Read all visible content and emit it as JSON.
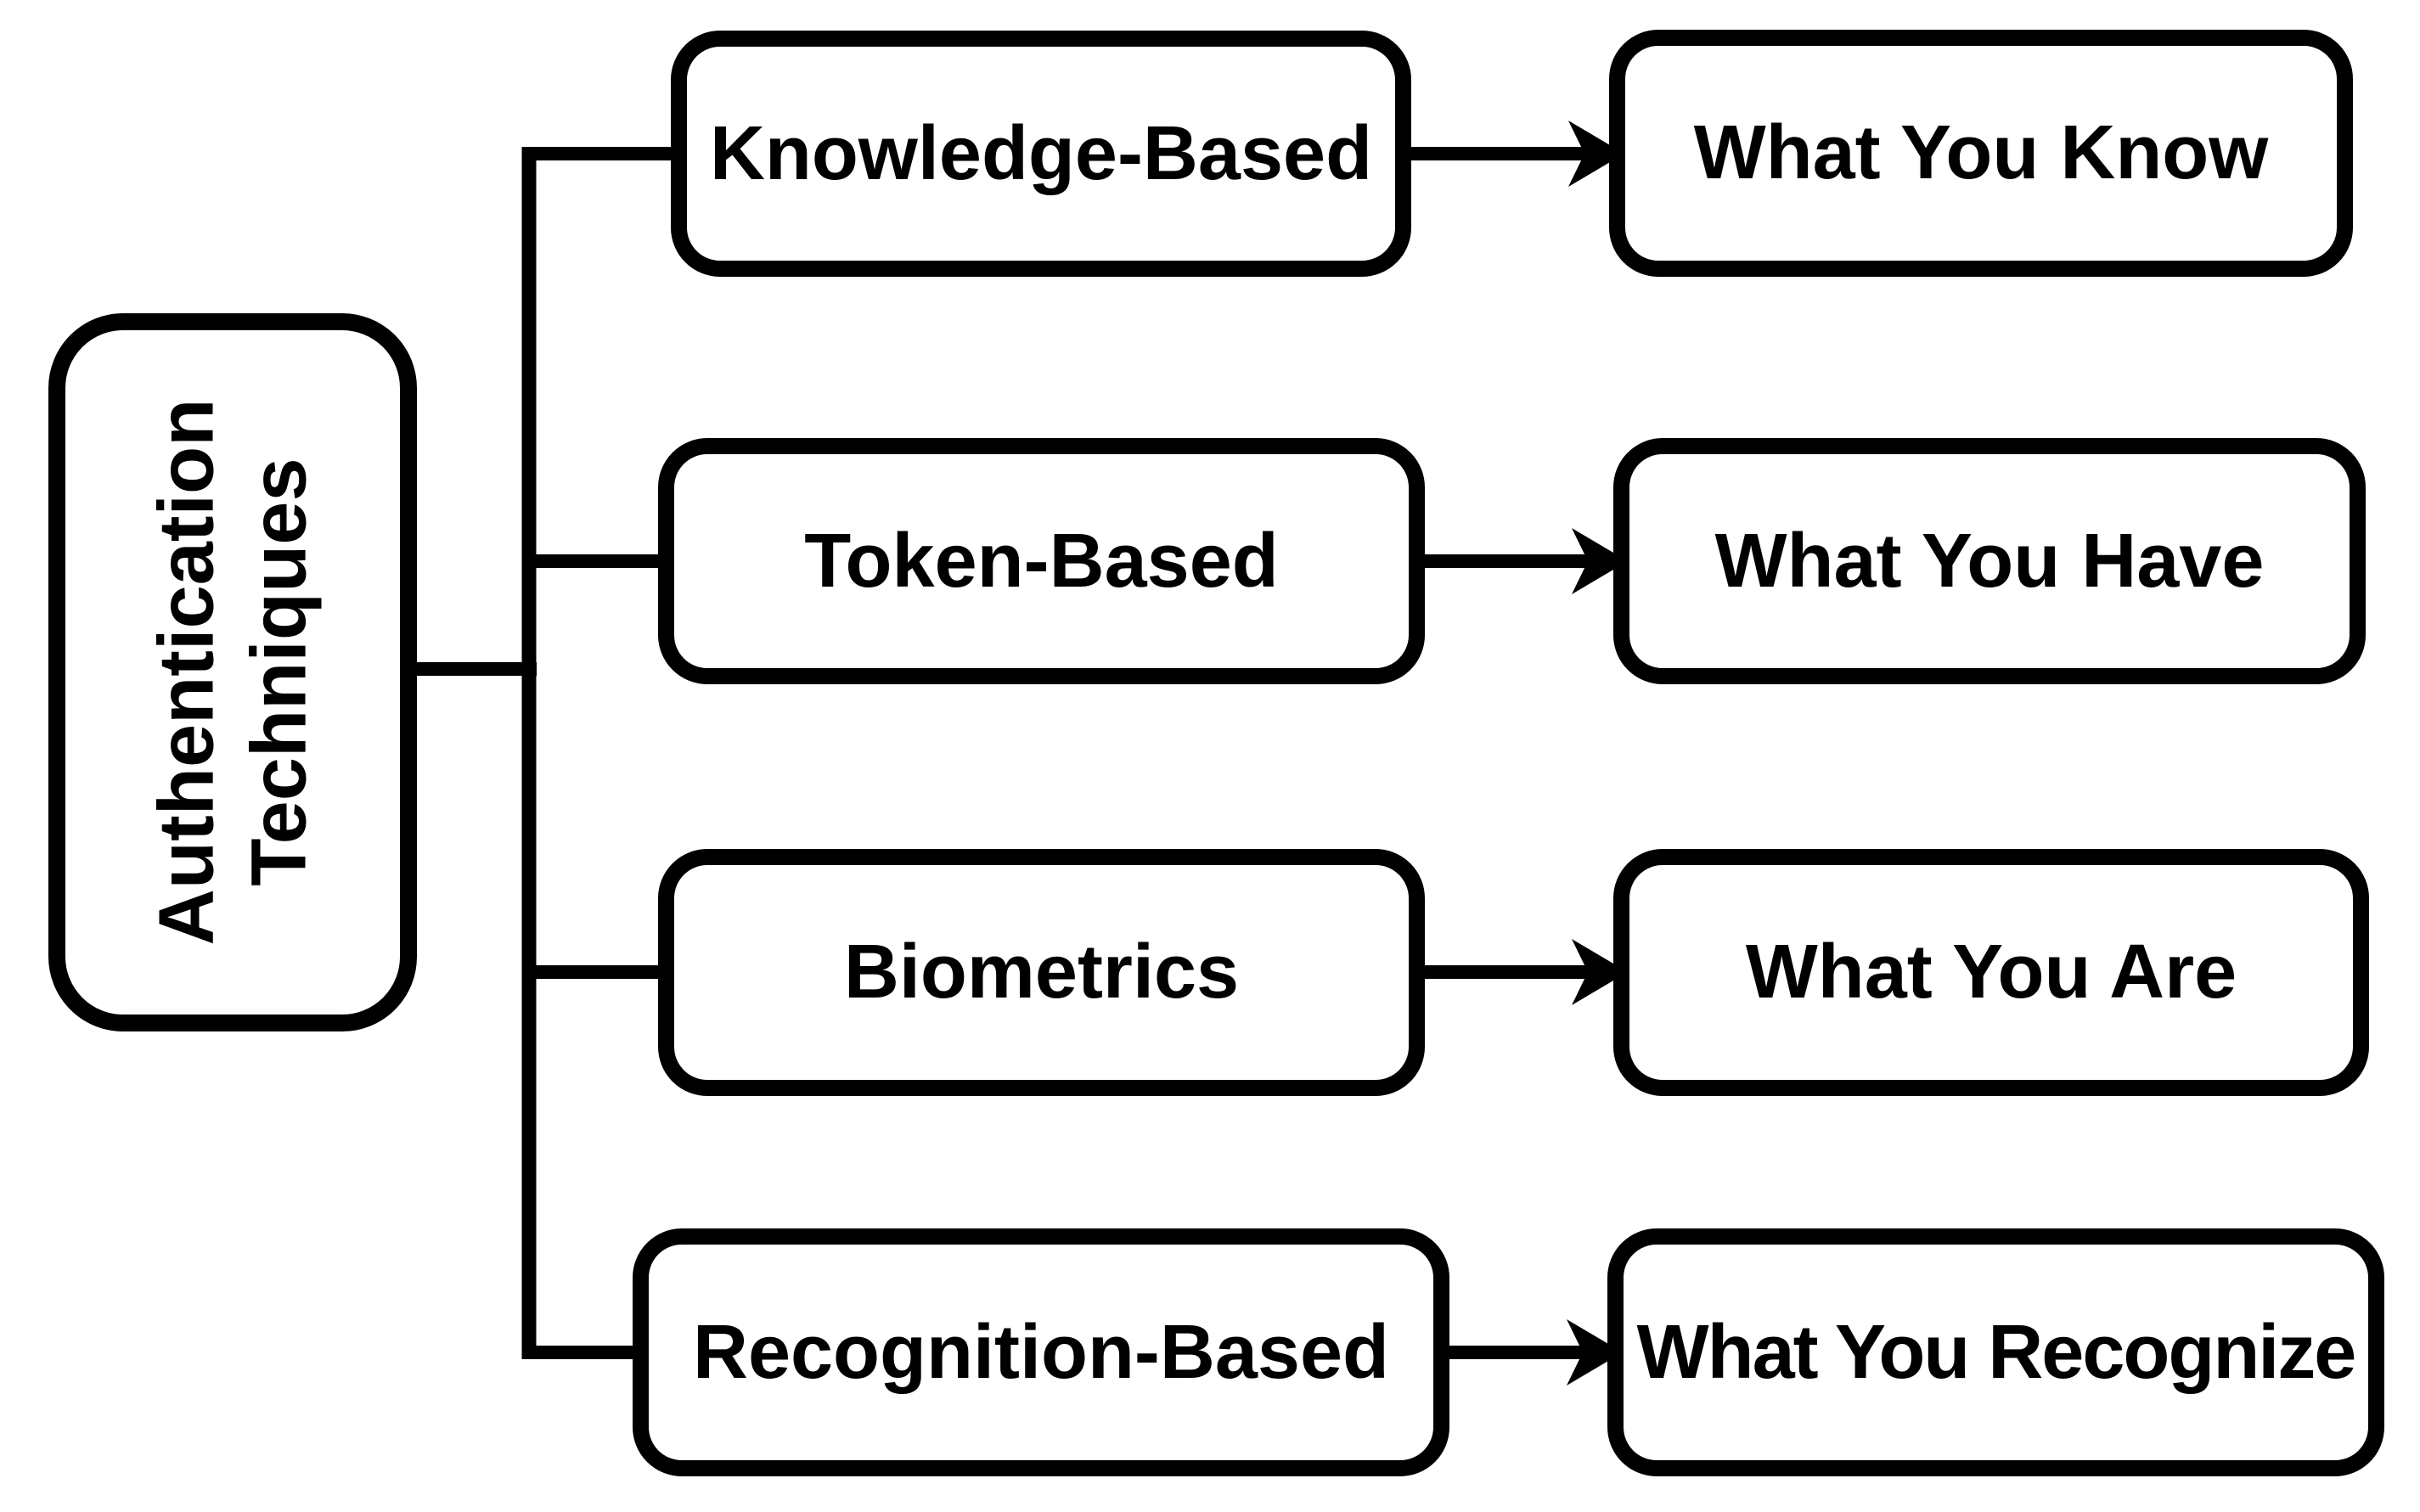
{
  "root": {
    "line1": "Authentication",
    "line2": "Techniques"
  },
  "branches": [
    {
      "category": "Knowledge-Based",
      "factor": "What You Know"
    },
    {
      "category": "Token-Based",
      "factor": "What You Have"
    },
    {
      "category": "Biometrics",
      "factor": "What You Are"
    },
    {
      "category": "Recognition-Based",
      "factor": "What You Recognize"
    }
  ],
  "colors": {
    "line": "#000000",
    "node_fill": "#ffffff",
    "node_border": "#000000",
    "background": "#ffffff"
  }
}
